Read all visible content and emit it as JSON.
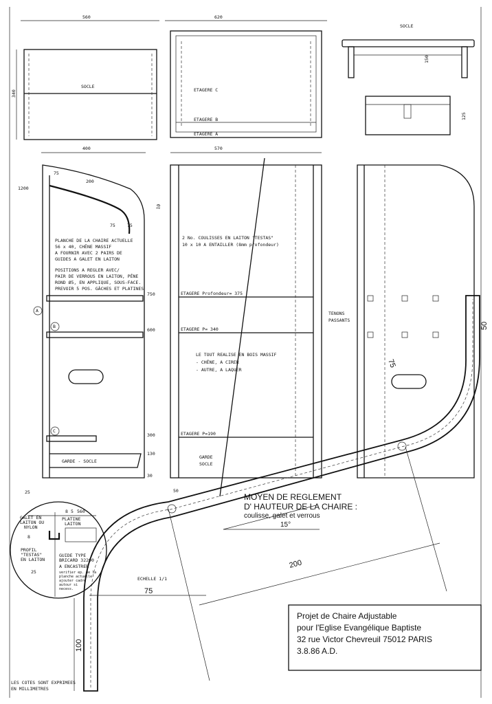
{
  "top": {
    "socle_plan": {
      "label": "SOCLE",
      "width_dim": "560",
      "depth_dim": "340"
    },
    "top_view": {
      "width_dim": "620",
      "shelves": [
        "ETAGERE C",
        "ETAGERE B",
        "ETAGERE A"
      ]
    },
    "socle_elevation": {
      "label": "SOCLE",
      "height_dim_1": "150",
      "height_dim_2": "125"
    }
  },
  "side_view": {
    "width_dim": "400",
    "height_dim": "1200",
    "profile_dims": [
      "75",
      "200",
      "75",
      "75",
      "10"
    ],
    "note_1": [
      "PLANCHE DE LA CHAIRE ACTUELLE",
      "56 x 40,   CHÊNE MASSIF",
      "A FOURNIR AVEC 2 PAIRS DE",
      "GUIDES A GALET  EN LAITON"
    ],
    "note_2": [
      "POSITIONS  A  REGLER  AVEC/",
      "PAIR DE VERROUS  EN LAITON, PÊNE",
      "ROND Ø5, EN APPLIQUE, SOUS-FACE.",
      "PREVOIR 5 POS. GÂCHES ET PLATINES"
    ],
    "markers": [
      "A",
      "B",
      "C"
    ],
    "garde_socle": "GARDE - SOCLE",
    "bottom_dim": "25"
  },
  "front_view": {
    "width_dim": "570",
    "note_coulisses": [
      "2 No.  COULISSES  EN LAITON  \"TESTAS\"",
      "10 x 10   A  ENTAILLER (8mm profondeur)"
    ],
    "levels": [
      "750",
      "600",
      "300",
      "130",
      "30"
    ],
    "shelves": [
      "ETAGERE Profondeur= 375",
      "ETAGERE P= 340",
      "ETAGERE P=190"
    ],
    "note_material": [
      "LE TOUT REALISE EN BOIS MASSIF",
      "- CHÊNE, A CIRER",
      "- AUTRE,  A  LAQUER"
    ],
    "garde_socle": [
      "GARDE",
      "SOCLE"
    ],
    "bottom_dim": "50"
  },
  "right_view": {
    "tenons": [
      "TENONS",
      "PASSANTS"
    ]
  },
  "detail": {
    "dims": [
      "8",
      "5",
      "560",
      "8",
      "25"
    ],
    "labels": [
      "GALET EN",
      "LAITON OU",
      "NYLON",
      "PLATINE",
      "LAITON",
      "PROFIL",
      "\"TESTAS\"",
      "EN LAITON"
    ],
    "guide": [
      "GUIDE TYPE",
      "BRICARD 32200",
      "A ENCASTRER",
      "verifier ep. de la",
      "planche actuelle",
      "ajouter cadre",
      "autour si",
      "necess."
    ]
  },
  "mechanism": {
    "title": [
      "MOYEN DE REGLEMENT",
      "D' HAUTEUR DE LA CHAIRE :"
    ],
    "subtitle": "coulisse, galet et verrous",
    "angle": "15°",
    "scale": "ECHELLE 1/1",
    "dims": {
      "d50": "50",
      "d75a": "75",
      "d200": "200",
      "d75b": "75",
      "d100": "100"
    }
  },
  "title_block": [
    "Projet de Chaire Adjustable",
    "pour  l'Eglise Evangélique Baptiste",
    "32 rue Victor Chevreuil  75012 PARIS",
    "3.8.86 A.D."
  ],
  "footnote": [
    "LES COTES SONT EXPRIMEES",
    "EN MILLIMETRES"
  ]
}
